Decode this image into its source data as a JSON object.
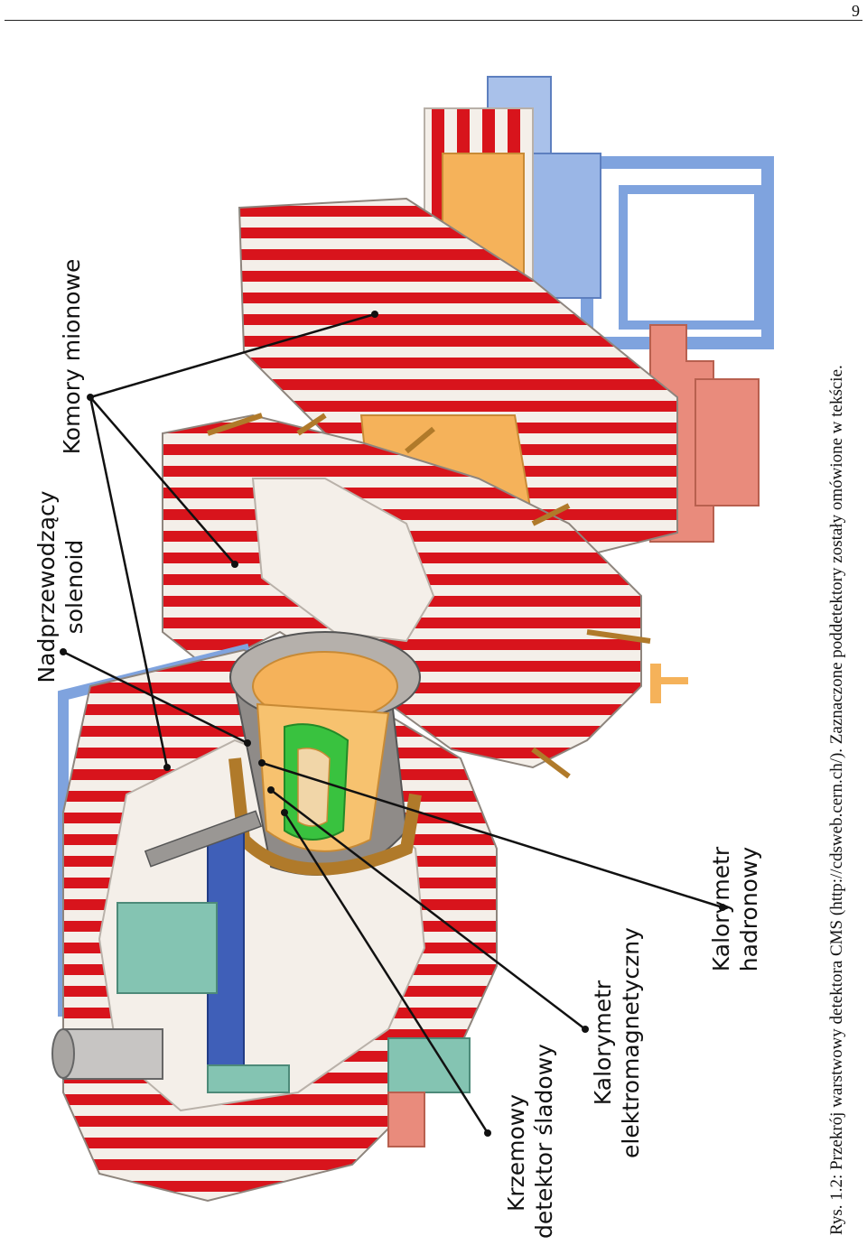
{
  "page": {
    "number": "9"
  },
  "labels": {
    "solenoid": [
      "Nadprzewodzący",
      "solenoid"
    ],
    "muon": [
      "Komory mionowe"
    ],
    "tracker": [
      "Krzemowy",
      "detektor śladowy"
    ],
    "ecal": [
      "Kalorymetr",
      "elektromagnetyczny"
    ],
    "hcal": [
      "Kalorymetr",
      "hadronowy"
    ]
  },
  "caption": "Rys. 1.2: Przekrój warstwowy detektora CMS (http://cdsweb.cern.ch/). Zaznaczone poddetektory zostały omówione w tekście.",
  "colors": {
    "return_yoke_red": "#d8141c",
    "yoke_white": "#f4efe9",
    "hcal_orange": "#f5b25a",
    "ecal_green": "#39c23f",
    "structure_blue": "#7fa3de",
    "support_salmon": "#e98b7c",
    "solenoid_grey": "#8f8b88"
  }
}
